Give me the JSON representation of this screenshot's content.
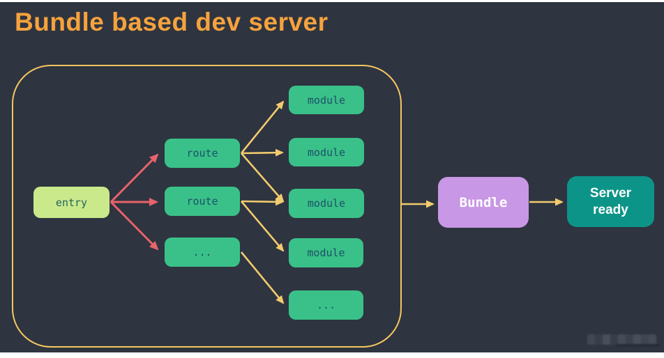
{
  "title": "Bundle based dev server",
  "colors": {
    "background": "#2e3440",
    "page_border": "#ffffff",
    "title": "#f6a23c",
    "container_border": "#f5c75f",
    "entry_fill": "#c9e98b",
    "node_fill": "#3ac189",
    "node_text": "#1d5166",
    "bundle_fill": "#c897e5",
    "server_fill": "#0d9488",
    "arrow_red": "#e8636b",
    "arrow_yellow": "#f2cb6e"
  },
  "diagram": {
    "nodes": {
      "entry": {
        "label": "entry"
      },
      "route1": {
        "label": "route"
      },
      "route2": {
        "label": "route"
      },
      "route3": {
        "label": "..."
      },
      "module1": {
        "label": "module"
      },
      "module2": {
        "label": "module"
      },
      "module3": {
        "label": "module"
      },
      "module4": {
        "label": "module"
      },
      "module5": {
        "label": "..."
      },
      "bundle": {
        "label": "Bundle"
      },
      "server": {
        "label": "Server\nready"
      }
    },
    "edges": [
      {
        "from": "entry",
        "to": "route1",
        "color": "red"
      },
      {
        "from": "entry",
        "to": "route2",
        "color": "red"
      },
      {
        "from": "entry",
        "to": "route3",
        "color": "red"
      },
      {
        "from": "route1",
        "to": "module1",
        "color": "yellow"
      },
      {
        "from": "route1",
        "to": "module2",
        "color": "yellow"
      },
      {
        "from": "route1",
        "to": "module3",
        "color": "yellow"
      },
      {
        "from": "route2",
        "to": "module3",
        "color": "yellow"
      },
      {
        "from": "route2",
        "to": "module4",
        "color": "yellow"
      },
      {
        "from": "route3",
        "to": "module5",
        "color": "yellow"
      },
      {
        "from": "graph-container",
        "to": "bundle",
        "color": "yellow"
      },
      {
        "from": "bundle",
        "to": "server",
        "color": "yellow"
      }
    ]
  }
}
